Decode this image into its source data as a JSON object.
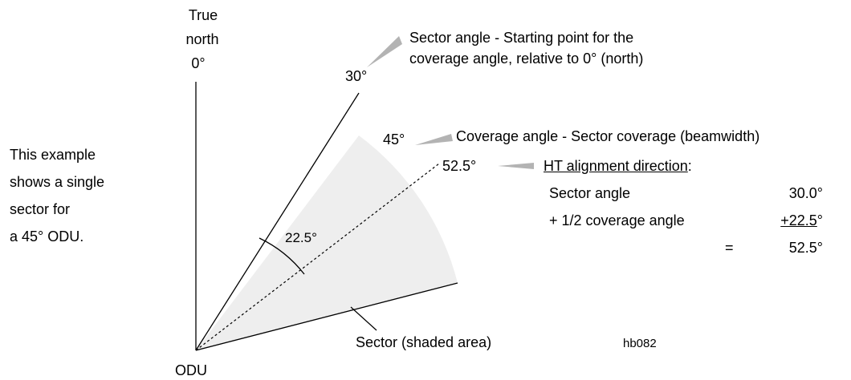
{
  "labels": {
    "true_north_line1": "True",
    "true_north_line2": "north",
    "true_north_angle": "0°",
    "sector_start_angle": "30°",
    "sector_end_angle": "45°",
    "alignment_angle": "52.5°",
    "half_angle_arc": "22.5°",
    "odu": "ODU",
    "sector_label": "Sector (shaded area)",
    "figure_id": "hb082"
  },
  "side_note": [
    "This example",
    "shows a single",
    "sector for",
    "a 45° ODU."
  ],
  "callouts": {
    "sector_angle_line1": "Sector angle - Starting point for the",
    "sector_angle_line2": "coverage angle, relative to 0° (north)",
    "coverage_angle": "Coverage angle - Sector coverage (beamwidth)"
  },
  "calculation": {
    "title": "HT alignment direction",
    "title_suffix": ":",
    "row1_label": "Sector angle",
    "row1_value": "30.0°",
    "row2_label": "+ 1/2 coverage angle",
    "row2_value_underlined": "+22.5",
    "row2_value_unit": "°",
    "row3_label": "=",
    "row3_value": "52.5°"
  },
  "colors": {
    "sector_fill": "#eeeeee",
    "pointer_fill": "#b3b3b3",
    "line": "#000000"
  }
}
